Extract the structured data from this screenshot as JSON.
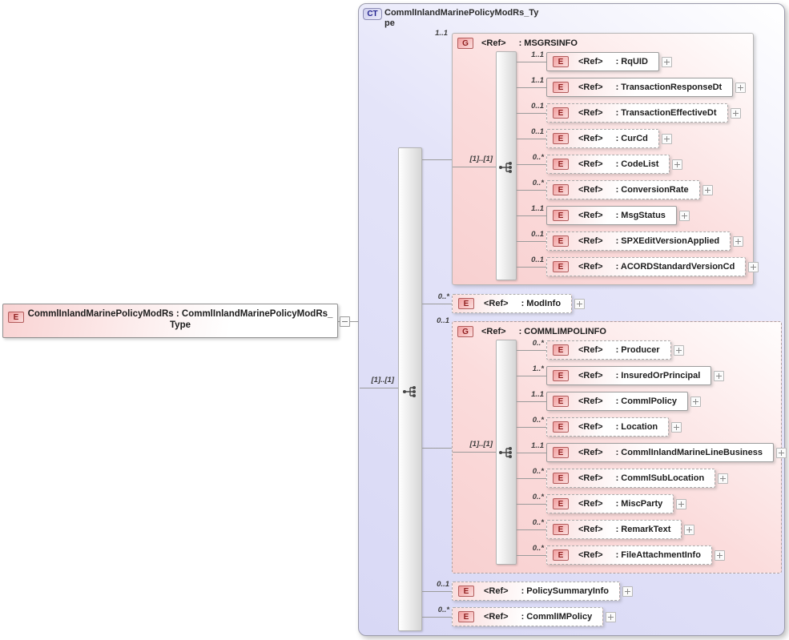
{
  "badges": {
    "e": "E",
    "g": "G",
    "ct": "CT"
  },
  "root": {
    "text": "CommlInlandMarinePolicyModRs : CommlInlandMarinePolicyModRs_Type"
  },
  "ct": {
    "title": "CommlInlandMarinePolicyModRs_Type",
    "seq_occurs": "[1]..[1]"
  },
  "msgrsinfo": {
    "ref": "<Ref>",
    "name": ": MSGRSINFO",
    "occurs": "1..1",
    "seq_occurs": "[1]..[1]",
    "children": [
      {
        "ref": "<Ref>",
        "name": ": RqUID",
        "occurs": "1..1"
      },
      {
        "ref": "<Ref>",
        "name": ": TransactionResponseDt",
        "occurs": "1..1"
      },
      {
        "ref": "<Ref>",
        "name": ": TransactionEffectiveDt",
        "occurs": "0..1"
      },
      {
        "ref": "<Ref>",
        "name": ": CurCd",
        "occurs": "0..1"
      },
      {
        "ref": "<Ref>",
        "name": ": CodeList",
        "occurs": "0..*"
      },
      {
        "ref": "<Ref>",
        "name": ": ConversionRate",
        "occurs": "0..*"
      },
      {
        "ref": "<Ref>",
        "name": ": MsgStatus",
        "occurs": "1..1"
      },
      {
        "ref": "<Ref>",
        "name": ": SPXEditVersionApplied",
        "occurs": "0..1"
      },
      {
        "ref": "<Ref>",
        "name": ": ACORDStandardVersionCd",
        "occurs": "0..1"
      }
    ]
  },
  "modinfo": {
    "ref": "<Ref>",
    "name": ": ModInfo",
    "occurs": "0..*"
  },
  "commlimpolinfo": {
    "ref": "<Ref>",
    "name": ": COMMLIMPOLINFO",
    "occurs": "0..1",
    "seq_occurs": "[1]..[1]",
    "children": [
      {
        "ref": "<Ref>",
        "name": ": Producer",
        "occurs": "0..*"
      },
      {
        "ref": "<Ref>",
        "name": ": InsuredOrPrincipal",
        "occurs": "1..*"
      },
      {
        "ref": "<Ref>",
        "name": ": CommlPolicy",
        "occurs": "1..1"
      },
      {
        "ref": "<Ref>",
        "name": ": Location",
        "occurs": "0..*"
      },
      {
        "ref": "<Ref>",
        "name": ": CommlInlandMarineLineBusiness",
        "occurs": "1..1"
      },
      {
        "ref": "<Ref>",
        "name": ": CommlSubLocation",
        "occurs": "0..*"
      },
      {
        "ref": "<Ref>",
        "name": ": MiscParty",
        "occurs": "0..*"
      },
      {
        "ref": "<Ref>",
        "name": ": RemarkText",
        "occurs": "0..*"
      },
      {
        "ref": "<Ref>",
        "name": ": FileAttachmentInfo",
        "occurs": "0..*"
      }
    ]
  },
  "policysummaryinfo": {
    "ref": "<Ref>",
    "name": ": PolicySummaryInfo",
    "occurs": "0..1"
  },
  "commlimpolicy": {
    "ref": "<Ref>",
    "name": ": CommlIMPolicy",
    "occurs": "0..*"
  },
  "colors": {
    "container_fill": "#d8d8f5",
    "group_fill": "#f8d0d0",
    "badge_red": "#8f1f1f",
    "badge_blue": "#22228f",
    "line": "#9a9a9a",
    "box_border": "#9c9c9c"
  }
}
